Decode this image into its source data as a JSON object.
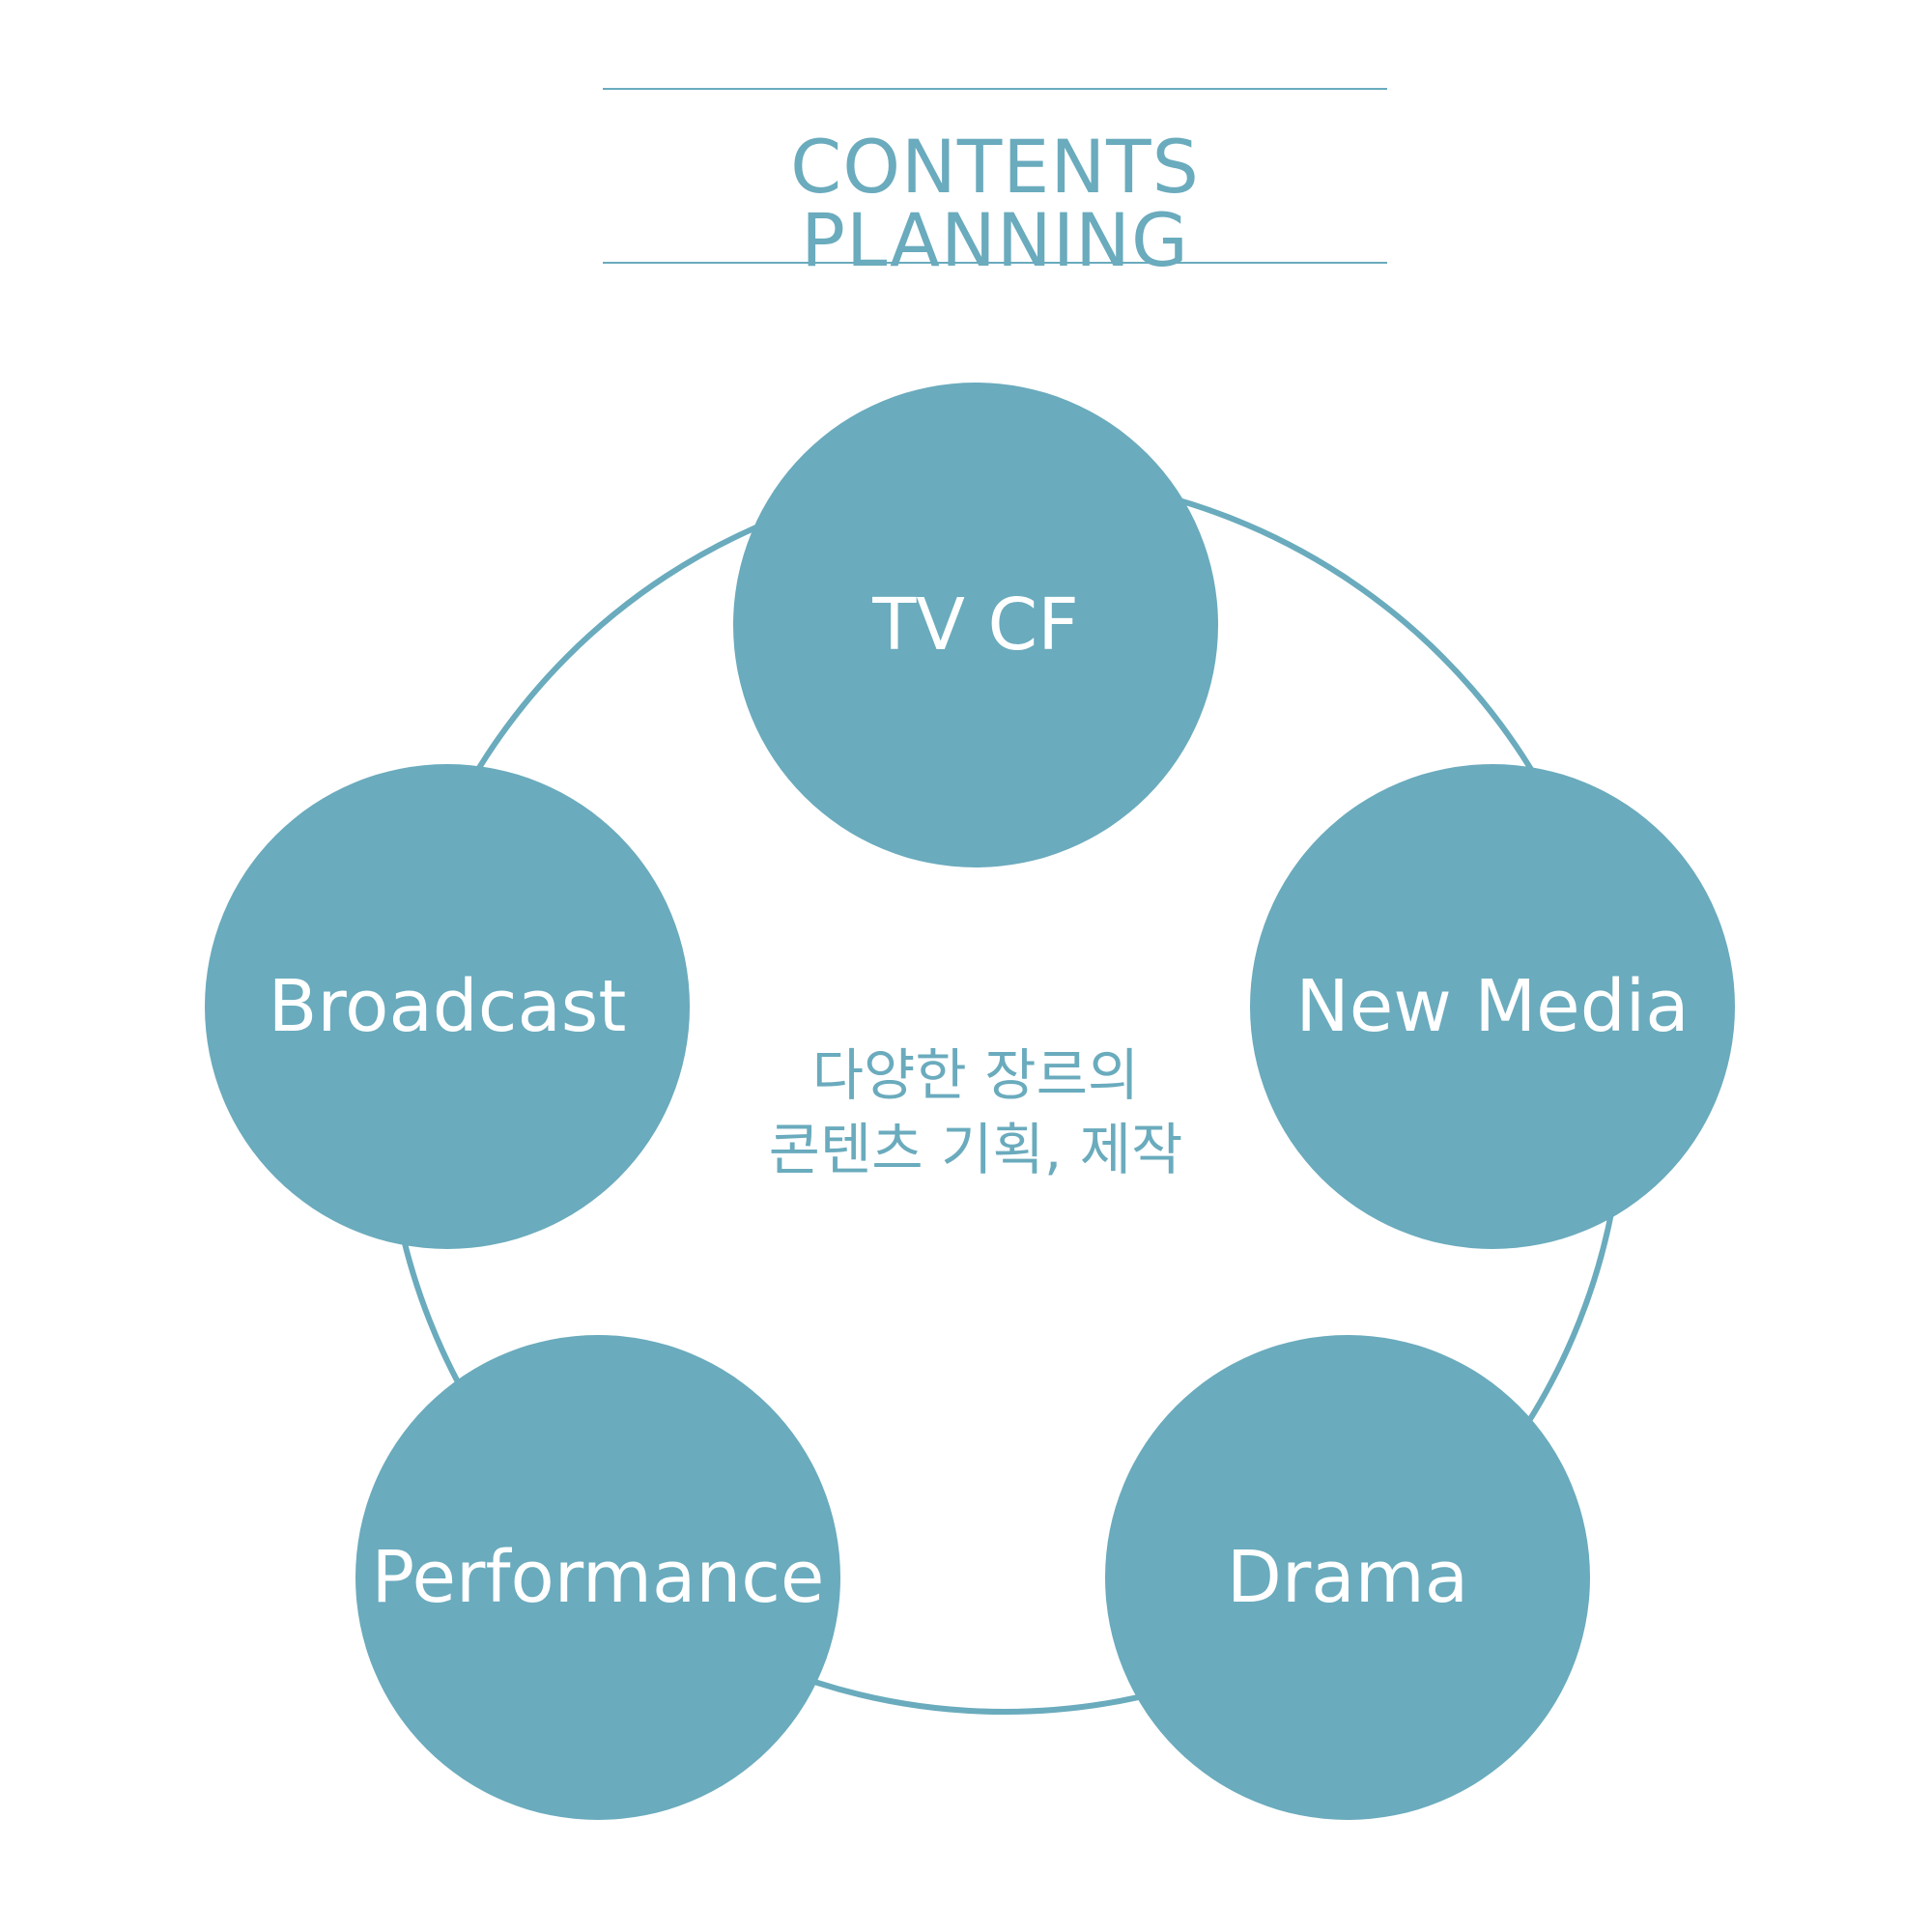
{
  "header": {
    "title": "CONTENTS PLANNING"
  },
  "diagram": {
    "center_line1": "다양한 장르의",
    "center_line2": "콘텐츠 기획, 제작",
    "nodes": [
      {
        "label": "TV CF"
      },
      {
        "label": "New Media"
      },
      {
        "label": "Drama"
      },
      {
        "label": "Performance"
      },
      {
        "label": "Broadcast"
      }
    ]
  },
  "colors": {
    "accent": "#6aabbd",
    "node_text": "#ffffff",
    "background": "#ffffff"
  }
}
